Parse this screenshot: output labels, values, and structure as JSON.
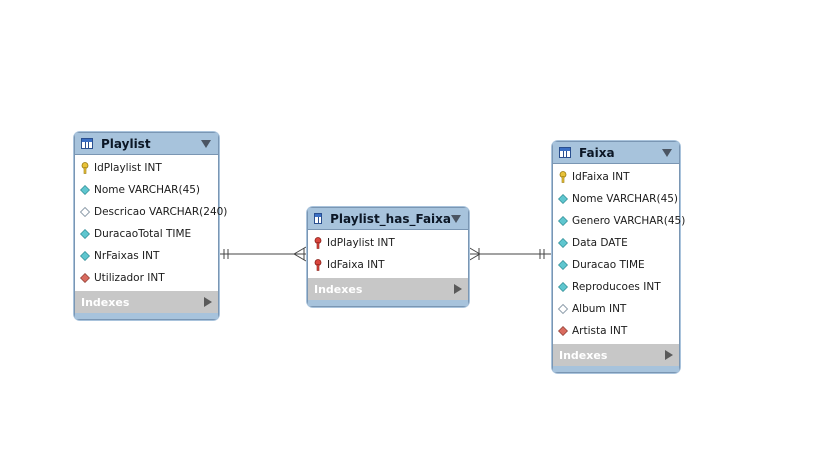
{
  "tables": {
    "playlist": {
      "title": "Playlist",
      "columns": [
        {
          "label": "IdPlaylist INT",
          "icon": "primary-key-icon"
        },
        {
          "label": "Nome VARCHAR(45)",
          "icon": "not-null-column-icon"
        },
        {
          "label": "Descricao VARCHAR(240)",
          "icon": "nullable-column-icon"
        },
        {
          "label": "DuracaoTotal TIME",
          "icon": "not-null-column-icon"
        },
        {
          "label": "NrFaixas INT",
          "icon": "not-null-column-icon"
        },
        {
          "label": "Utilizador INT",
          "icon": "foreign-key-icon"
        }
      ],
      "indexes_label": "Indexes"
    },
    "playlist_has_faixa": {
      "title": "Playlist_has_Faixa",
      "columns": [
        {
          "label": "IdPlaylist INT",
          "icon": "primary-foreign-key-icon"
        },
        {
          "label": "IdFaixa INT",
          "icon": "primary-foreign-key-icon"
        }
      ],
      "indexes_label": "Indexes"
    },
    "faixa": {
      "title": "Faixa",
      "columns": [
        {
          "label": "IdFaixa INT",
          "icon": "primary-key-icon"
        },
        {
          "label": "Nome VARCHAR(45)",
          "icon": "not-null-column-icon"
        },
        {
          "label": "Genero VARCHAR(45)",
          "icon": "not-null-column-icon"
        },
        {
          "label": "Data DATE",
          "icon": "not-null-column-icon"
        },
        {
          "label": "Duracao TIME",
          "icon": "not-null-column-icon"
        },
        {
          "label": "Reproducoes INT",
          "icon": "not-null-column-icon"
        },
        {
          "label": "Album INT",
          "icon": "nullable-column-icon"
        },
        {
          "label": "Artista INT",
          "icon": "foreign-key-icon"
        }
      ],
      "indexes_label": "Indexes"
    }
  },
  "colors": {
    "header": "#a7c3dc",
    "indexes_bar": "#c7c7c7",
    "primary_key": "#e8c23a",
    "not_null": "#5fc6cf",
    "foreign_key": "#d96b5f",
    "primary_foreign_key": "#d9463e"
  }
}
